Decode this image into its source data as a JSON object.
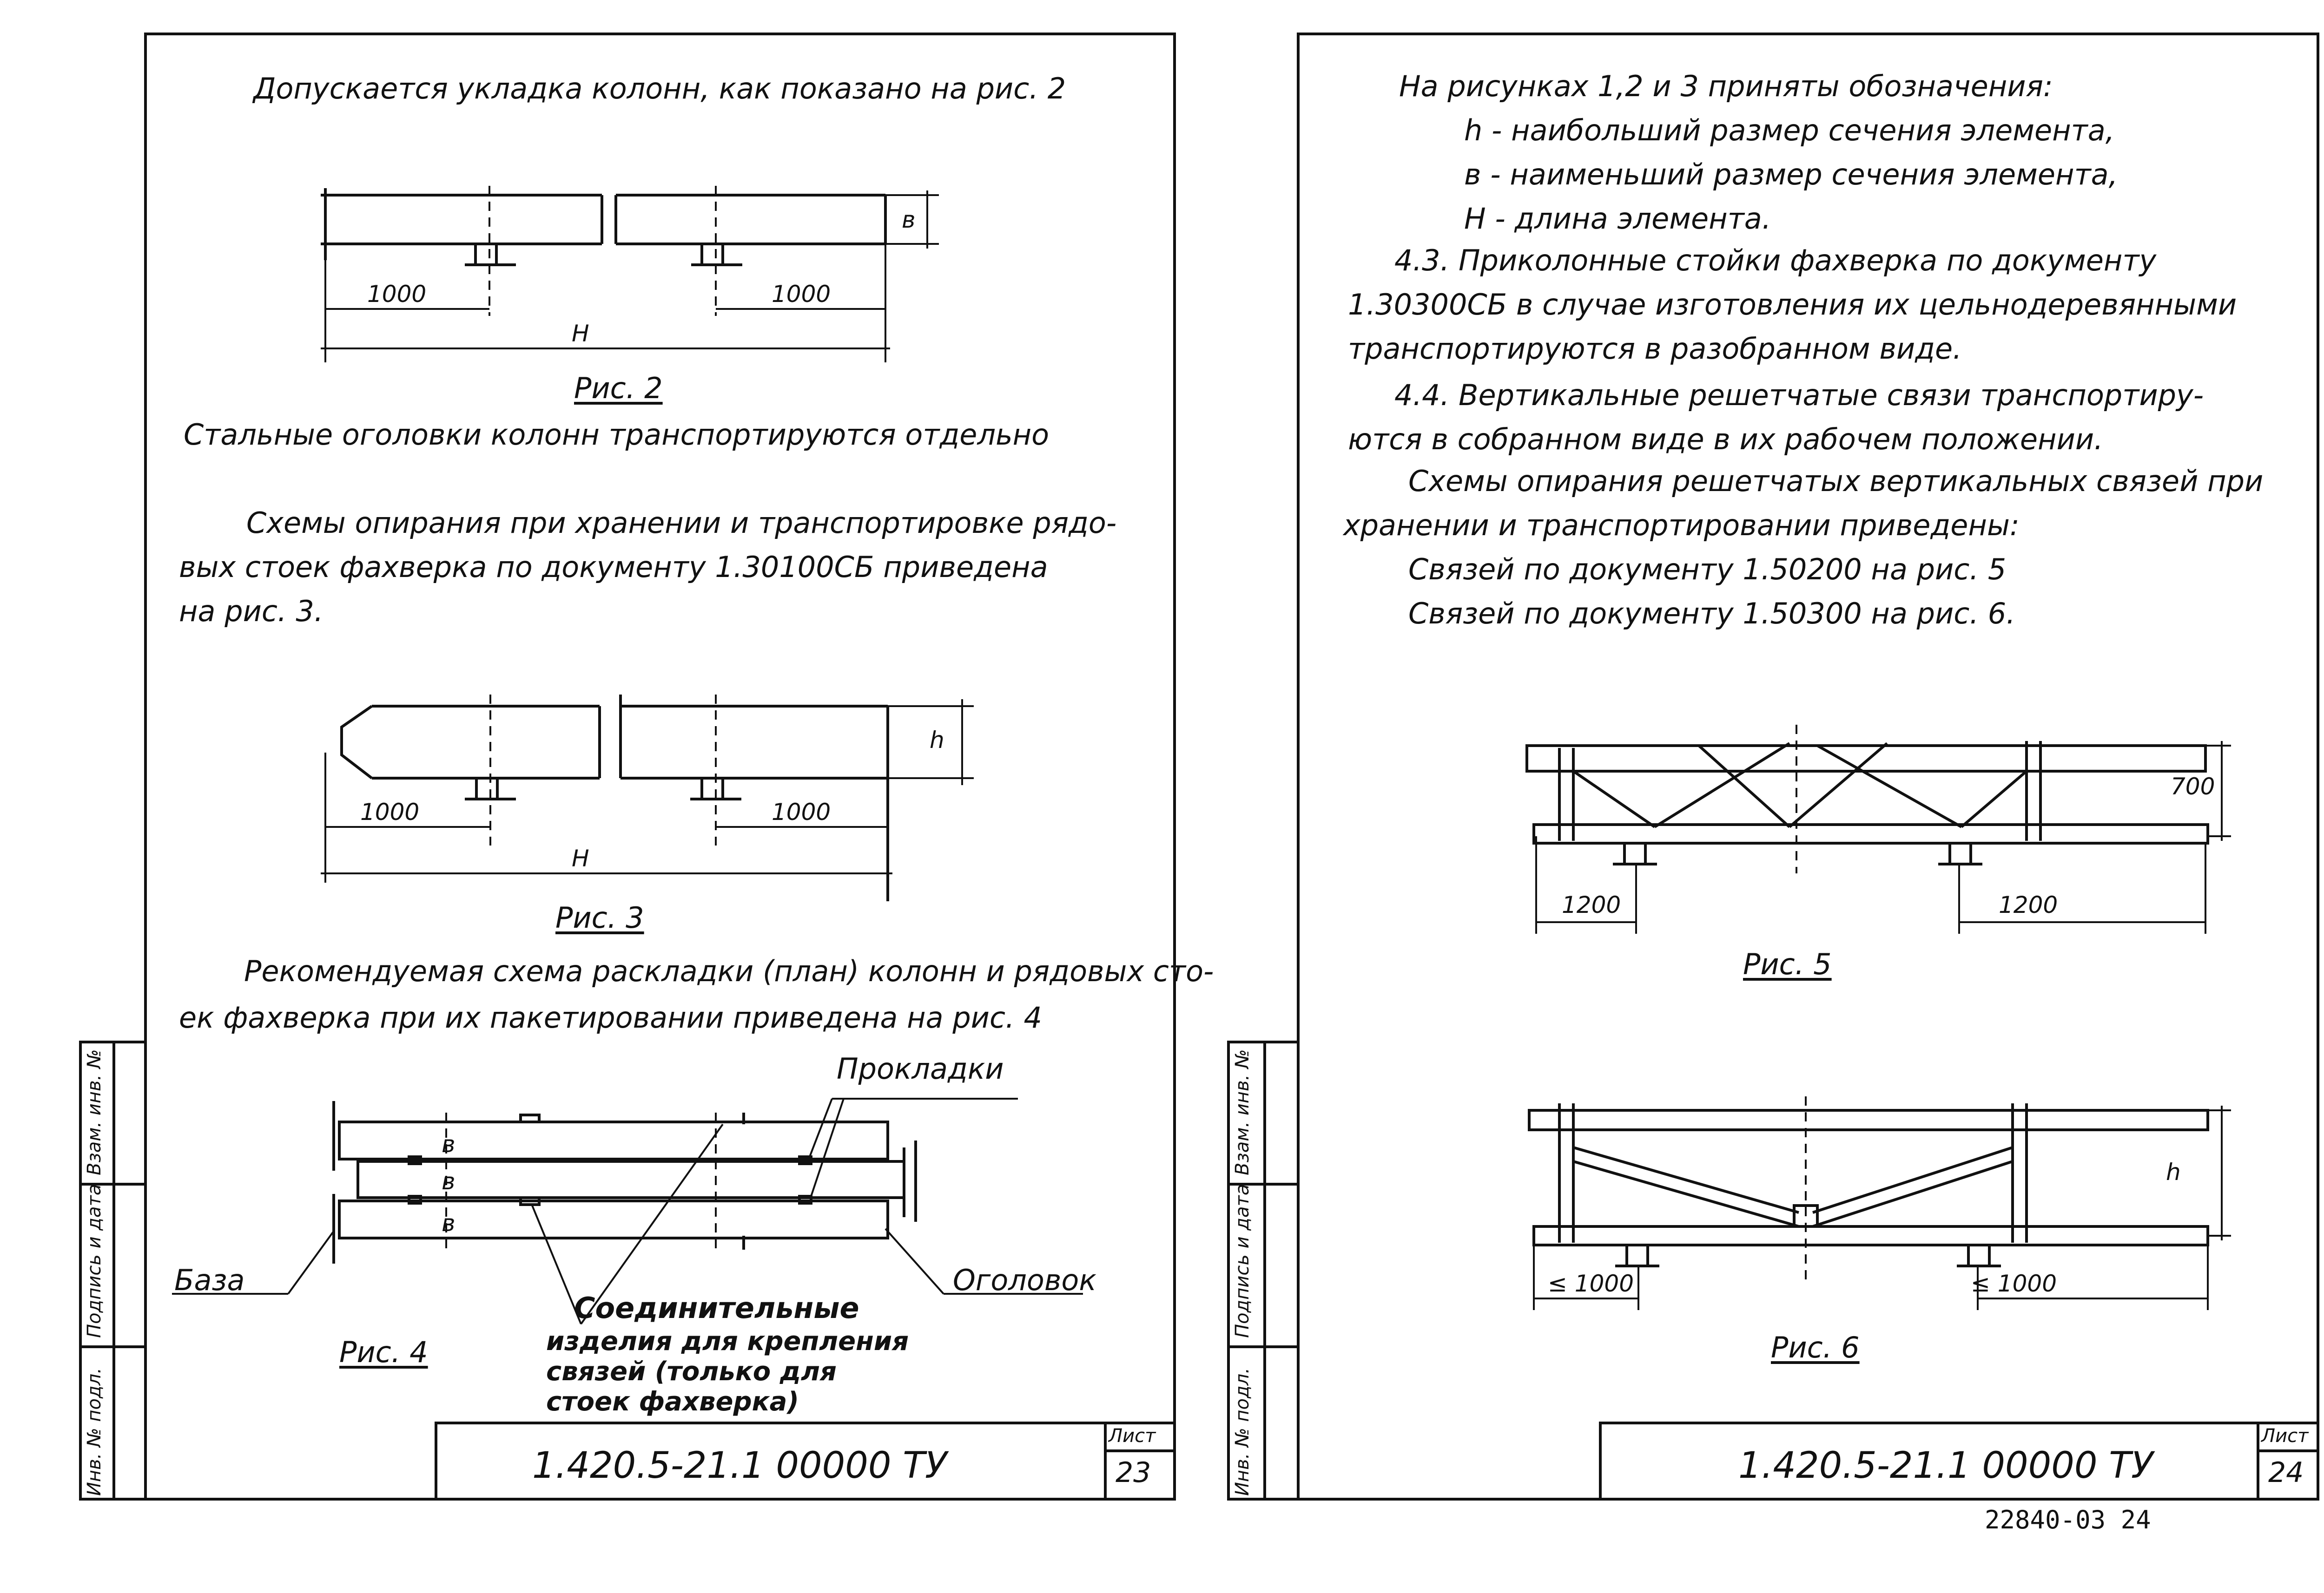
{
  "page_number": "23",
  "left": {
    "lines": [
      "Допускается укладка колонн, как показано на рис. 2",
      "Стальные оголовки колонн транспортируются отдельно",
      "Схемы опирания при хранении и транспортировке рядо-",
      "вых стоек фахверка по документу 1.30100СБ приведена",
      "на рис. 3.",
      "Рекомендуемая схема раскладки (план) колонн и рядовых сто-",
      "ек фахверка при их пакетировании приведена на рис. 4"
    ],
    "fig2": {
      "caption": "Рис. 2",
      "dim_left": "1000",
      "dim_right": "1000",
      "dim_total": "H",
      "dim_side": "в"
    },
    "fig3": {
      "caption": "Рис. 3",
      "dim_left": "1000",
      "dim_right": "1000",
      "dim_total": "H",
      "dim_side": "h"
    },
    "fig4": {
      "caption": "Рис. 4",
      "label_pads": "Прокладки",
      "label_base": "База",
      "label_head": "Оголовок",
      "label_connect": [
        "Соединительные",
        "изделия для крепления",
        "связей (только для",
        "стоек фахверка)"
      ],
      "dim_b1": "в",
      "dim_b2": "в",
      "dim_b3": "в"
    },
    "side_labels": [
      "Инв. № подл.",
      "Подпись и дата",
      "Взам. инв. №"
    ],
    "stamp": {
      "code": "1.420.5-21.1 00000 ТУ",
      "sheet_label": "Лист",
      "sheet_no": "23"
    }
  },
  "right": {
    "lines": [
      "На рисунках 1,2 и 3 приняты обозначения:",
      "h - наибольший размер сечения элемента,",
      "в - наименьший размер сечения элемента,",
      "H - длина элемента.",
      "4.3. Приколонные стойки фахверка по документу",
      "1.30300СБ в случае изготовления их цельнодеревянными",
      "транспортируются в разобранном виде.",
      "4.4. Вертикальные решетчатые связи транспортиру-",
      "ются в собранном виде в их рабочем положении.",
      "Схемы опирания решетчатых вертикальных связей при",
      "хранении и транспортировании приведены:",
      "Связей по документу 1.50200 на рис. 5",
      "Связей по документу 1.50300 на рис. 6."
    ],
    "fig5": {
      "caption": "Рис. 5",
      "dim_left": "1200",
      "dim_right": "1200",
      "dim_side": "700"
    },
    "fig6": {
      "caption": "Рис. 6",
      "dim_left": "≤ 1000",
      "dim_right": "≤ 1000",
      "dim_side": "h"
    },
    "side_labels": [
      "Инв. № подл.",
      "Подпись и дата",
      "Взам. инв. №"
    ],
    "stamp": {
      "code": "1.420.5-21.1 00000 ТУ",
      "sheet_label": "Лист",
      "sheet_no": "24"
    },
    "footer_note": "22840-03 24"
  }
}
